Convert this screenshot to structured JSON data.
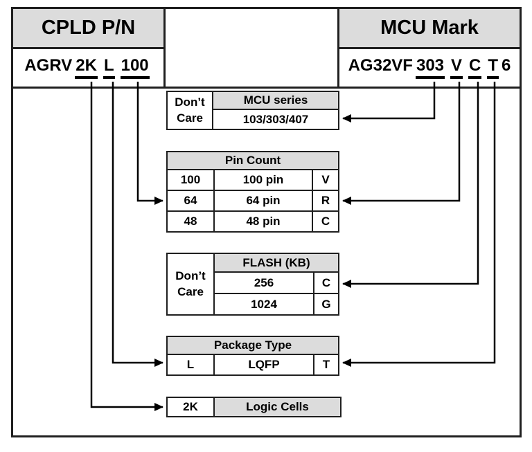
{
  "top": {
    "cpld": {
      "header": "CPLD P/N",
      "prefix": "AGRV",
      "logic_code": "2K",
      "package_code": "L",
      "pin_code": "100"
    },
    "mcu": {
      "header": "MCU Mark",
      "prefix": "AG32VF",
      "series_code": "303",
      "pin_code": "V",
      "flash_code": "C",
      "package_code": "T",
      "suffix": "6"
    }
  },
  "tables": {
    "mcu_series": {
      "dont_care": "Don’t\nCare",
      "title": "MCU series",
      "value": "103/303/407"
    },
    "pin_count": {
      "title": "Pin Count",
      "rows": [
        [
          "100",
          "100 pin",
          "V"
        ],
        [
          "64",
          "64 pin",
          "R"
        ],
        [
          "48",
          "48 pin",
          "C"
        ]
      ]
    },
    "flash": {
      "dont_care": "Don’t\nCare",
      "title": "FLASH (KB)",
      "rows": [
        [
          "256",
          "C"
        ],
        [
          "1024",
          "G"
        ]
      ]
    },
    "package_type": {
      "title": "Package Type",
      "rows": [
        [
          "L",
          "LQFP",
          "T"
        ]
      ]
    },
    "logic_cells": {
      "code": "2K",
      "label": "Logic Cells"
    }
  },
  "colors": {
    "header_bg": "#dcdcdc",
    "border": "#1f1f1f",
    "line": "#000000"
  }
}
